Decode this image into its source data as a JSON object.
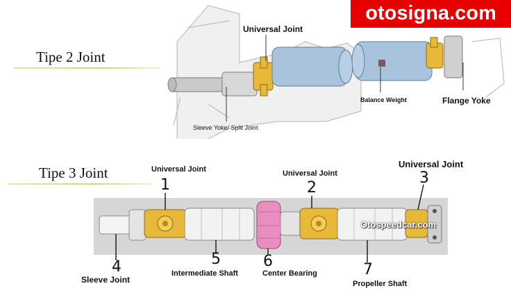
{
  "watermark": "otosigna.com",
  "overlay_watermark": "Otospeedcar.com",
  "section2": {
    "title": "Tipe 2 Joint",
    "labels": {
      "universal_joint": "Universal Joint",
      "balance_weight": "Balance Weight",
      "flange_yoke": "Flange Yoke",
      "sleeve_yoke": "Sleeve Yoke/ Split Joint"
    }
  },
  "section3": {
    "title": "Tipe 3 Joint",
    "labels": {
      "uj1": "Universal Joint",
      "uj2": "Universal Joint",
      "uj3": "Universal Joint",
      "sleeve_joint": "Sleeve Joint",
      "intermediate_shaft": "Intermediate Shaft",
      "center_bearing": "Center Bearing",
      "propeller_shaft": "Propeller Shaft"
    },
    "numbers": {
      "n1": "1",
      "n2": "2",
      "n3": "3",
      "n4": "4",
      "n5": "5",
      "n6": "6",
      "n7": "7"
    }
  },
  "colors": {
    "watermark_bg": "#e60000",
    "shaft_blue": "#a9c3dc",
    "joint_yellow": "#e8b83a",
    "bearing_pink": "#e98fc0",
    "band_gray": "#d6d6d6"
  }
}
